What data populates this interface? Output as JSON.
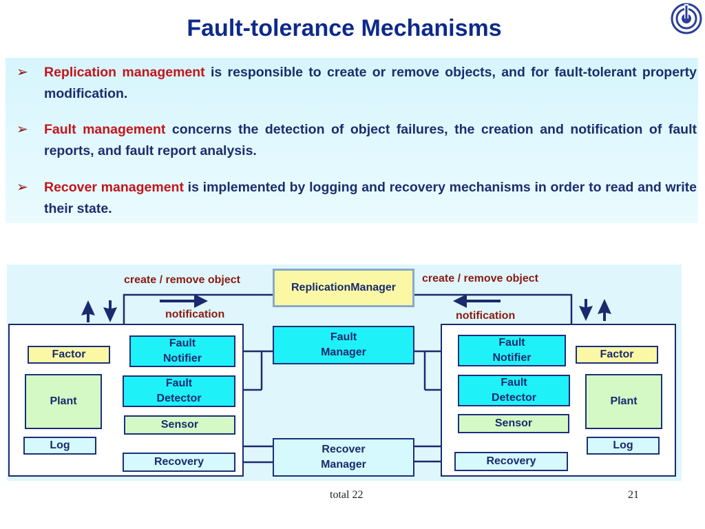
{
  "slide": {
    "title": "Fault-tolerance Mechanisms",
    "footer_center": "total 22",
    "page_number": "21"
  },
  "bullets": [
    {
      "term": "Replication management",
      "text": " is responsible to create or remove objects,  and for fault-tolerant property modification."
    },
    {
      "term": "Fault management",
      "text": " concerns the detection of object failures, the creation and notification of fault reports, and fault report analysis."
    },
    {
      "term": "Recover management",
      "text": "  is implemented by logging and recovery mechanisms in order to read and write their state."
    }
  ],
  "diagram": {
    "replication_manager": "ReplicationManager",
    "fault_manager": "Fault\nManager",
    "recover_manager": "Recover\nManager",
    "create_remove_left": "create / remove object",
    "create_remove_right": "create / remove object",
    "notification_left": "notification",
    "notification_right": "notification",
    "left": {
      "factor": "Factor",
      "plant": "Plant",
      "log": "Log",
      "fault_notifier": "Fault\nNotifier",
      "fault_detector": "Fault\nDetector",
      "sensor": "Sensor",
      "recovery": "Recovery"
    },
    "right": {
      "factor": "Factor",
      "plant": "Plant",
      "log": "Log",
      "fault_notifier": "Fault\nNotifier",
      "fault_detector": "Fault\nDetector",
      "sensor": "Sensor",
      "recovery": "Recovery"
    }
  },
  "colors": {
    "title": "#0d2a8a",
    "term": "#c4141a",
    "body_text": "#1c2d6e",
    "label_text": "#8b1a10",
    "box_border": "#1a2e7a",
    "cyan": "#1ff1f8"
  }
}
